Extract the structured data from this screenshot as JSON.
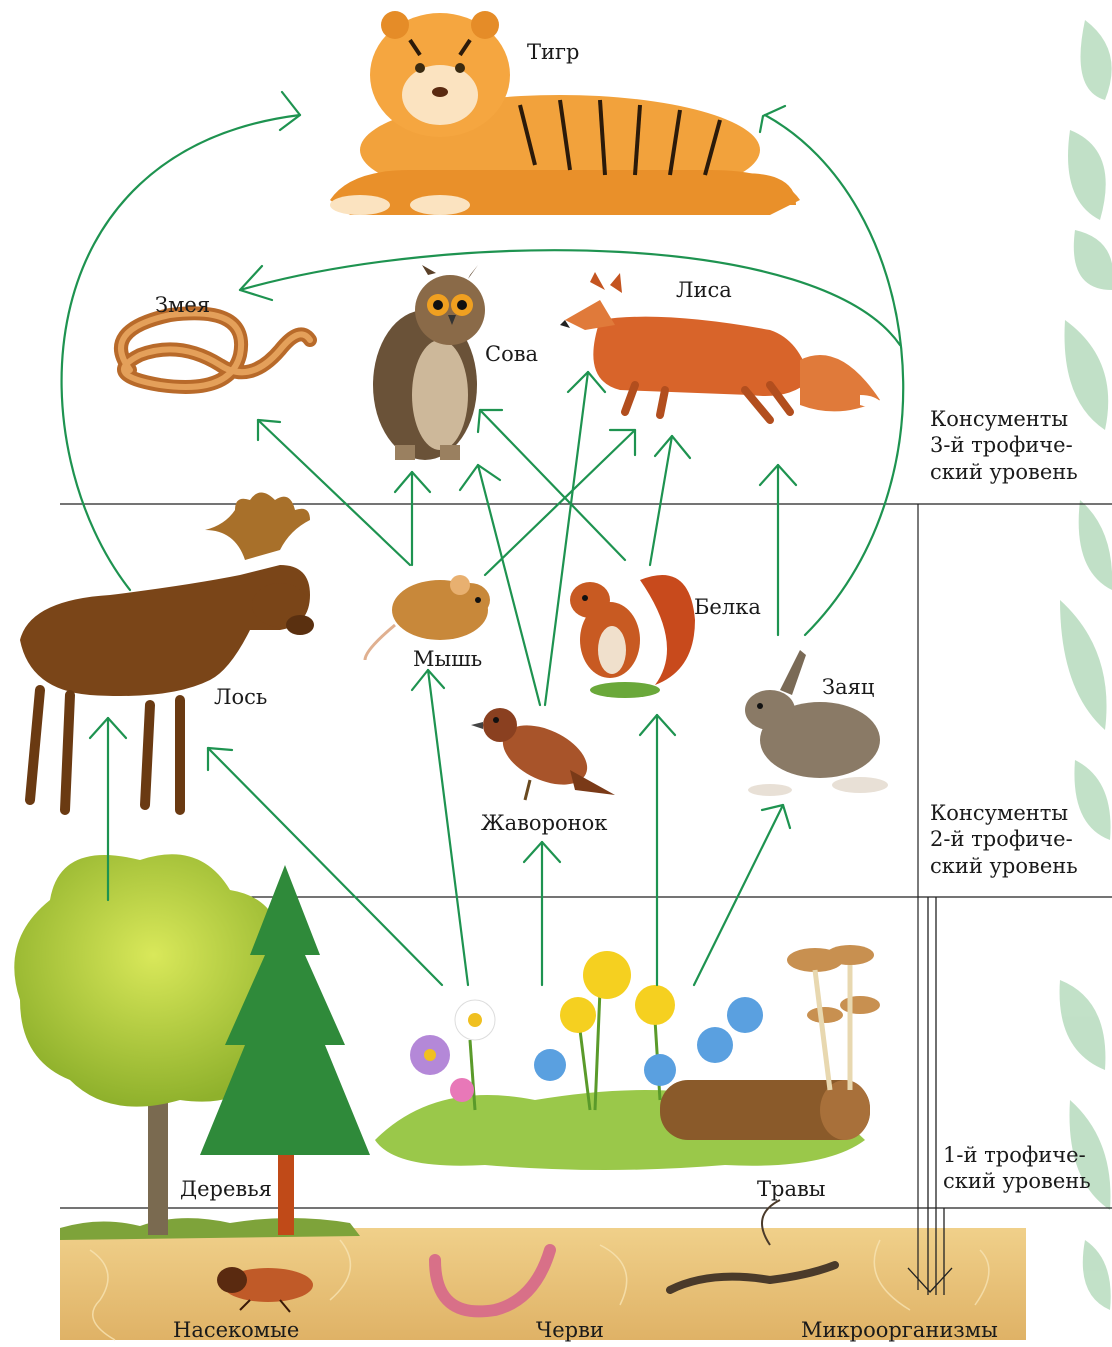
{
  "organisms": {
    "tiger": "Тигр",
    "snake": "Змея",
    "owl": "Сова",
    "fox": "Лиса",
    "mouse": "Мышь",
    "squirrel": "Белка",
    "elk": "Лось",
    "hare": "Заяц",
    "lark": "Жаворонок",
    "trees": "Деревья",
    "grass": "Травы",
    "insects": "Насекомые",
    "worms": "Черви",
    "microorganisms": "Микроорганизмы"
  },
  "levels": {
    "consumers_3": [
      "Консументы",
      "3-й трофиче-",
      "ский уровень"
    ],
    "consumers_2": [
      "Консументы",
      "2-й трофиче-",
      "ский уровень"
    ],
    "producers_1": [
      "1-й трофиче-",
      "ский уровень"
    ]
  },
  "colors": {
    "arrow": "#1e9350",
    "divider": "#222222",
    "soil": "#e8c27a",
    "decor": "#8fc89a"
  }
}
